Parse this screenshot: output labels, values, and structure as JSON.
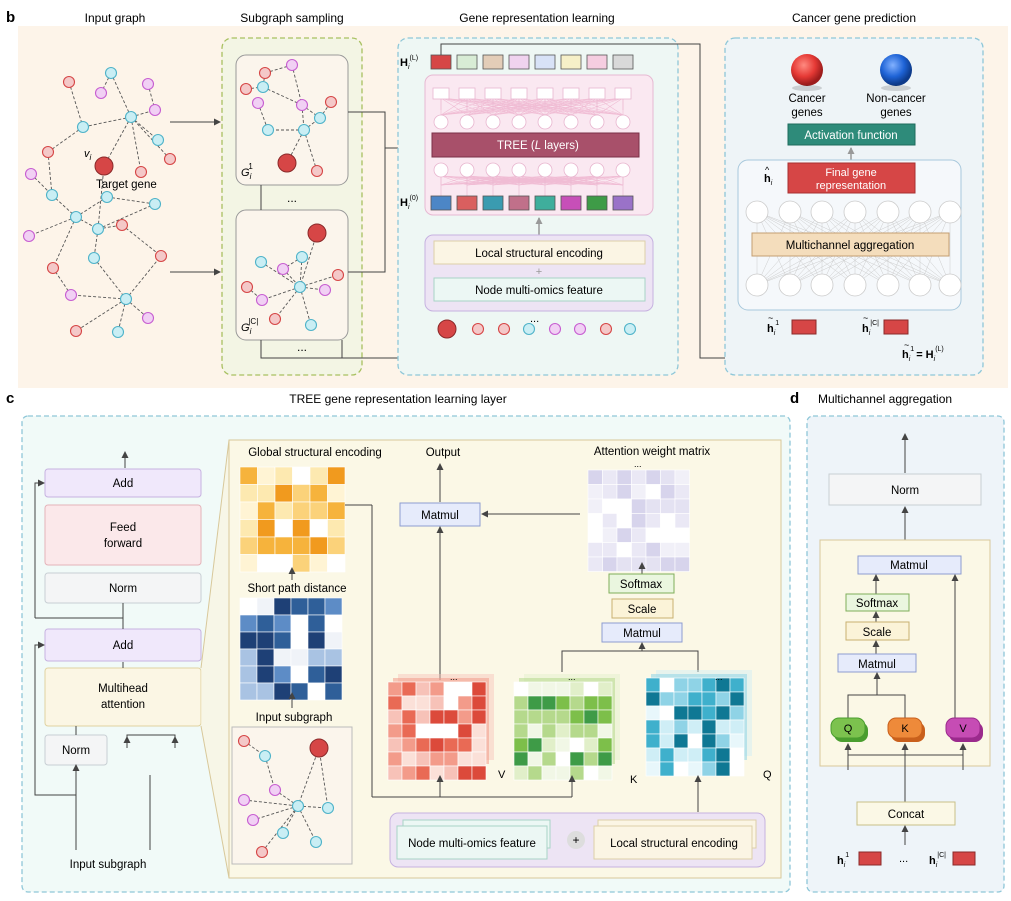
{
  "panel_b": {
    "letter": "b",
    "input_graph": {
      "title": "Input graph",
      "node_label": "v",
      "node_sub": "i",
      "target": "Target gene"
    },
    "subgraph_sampling": {
      "title": "Subgraph sampling",
      "g": "G",
      "g_sub": "i",
      "g1_sup": "1",
      "gc_sup": "|C|",
      "ellipsis": "..."
    },
    "gene_rep": {
      "title": "Gene representation learning",
      "h": "H",
      "h_sub": "i",
      "hL_sup": "(L)",
      "h0_sup": "(0)",
      "tree_prefix": "TREE (",
      "tree_L": "L",
      "tree_suffix": " layers)",
      "local_enc": "Local structural encoding",
      "plus": "+",
      "node_feat": "Node multi-omics feature",
      "ellipsis": "..."
    },
    "prediction": {
      "title": "Cancer gene prediction",
      "cancer_1": "Cancer",
      "cancer_2": "genes",
      "noncancer_1": "Non-cancer",
      "noncancer_2": "genes",
      "activation": "Activation function",
      "h_hat": "h",
      "h_hat_sub": "i",
      "final_1": "Final gene",
      "final_2": "representation",
      "multichannel": "Multichannel aggregation",
      "h_tilde": "h",
      "h_tilde_sub": "i",
      "h1_sup": "1",
      "hc_sup": "|C|",
      "eq": "= H",
      "eq_sub": "i",
      "eq_sup": "(L)",
      "ellipsis": "..."
    }
  },
  "panel_c": {
    "letter": "c",
    "title": "TREE gene representation learning layer",
    "add": "Add",
    "feed_1": "Feed",
    "feed_2": "forward",
    "norm": "Norm",
    "multihead_1": "Multihead",
    "multihead_2": "attention",
    "input_subgraph": "Input subgraph",
    "global_enc": "Global structural encoding",
    "short_path": "Short path distance",
    "inner_input_subgraph": "Input subgraph",
    "output": "Output",
    "matmul": "Matmul",
    "attn_matrix": "Attention weight matrix",
    "softmax": "Softmax",
    "scale": "Scale",
    "v": "V",
    "k": "K",
    "q": "Q",
    "node_feat": "Node multi-omics feature",
    "plus": "+",
    "local_enc": "Local structural encoding",
    "ellipsis": "..."
  },
  "panel_d": {
    "letter": "d",
    "title": "Multichannel aggregation",
    "norm": "Norm",
    "matmul": "Matmul",
    "softmax": "Softmax",
    "scale": "Scale",
    "q": "Q",
    "k": "K",
    "v": "V",
    "concat": "Concat",
    "h": "h",
    "h_sub": "i",
    "h1_sup": "1",
    "hc_sup": "|C|",
    "ellipsis": "..."
  },
  "colors": {
    "red": "#d64646",
    "cyan": "#4fb3c9",
    "purple": "#c75ed1",
    "cancer": "#e53935",
    "noncancer": "#1e63d6"
  }
}
